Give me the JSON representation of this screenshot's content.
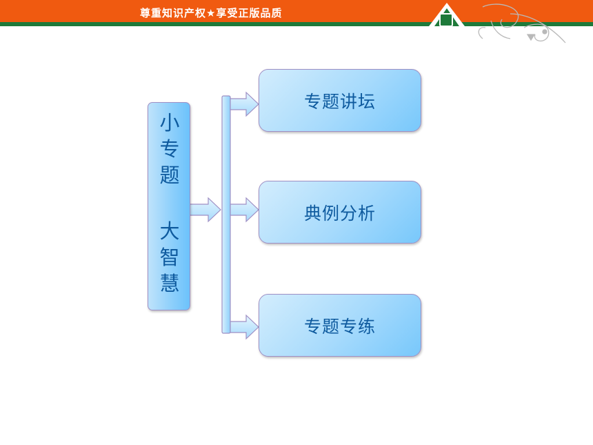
{
  "banner": {
    "slogan": "尊重知识产权★享受正版品质",
    "colors": {
      "orange": "#f05a10",
      "green": "#1e7a3a"
    }
  },
  "diagram": {
    "main_title_part1": [
      "小",
      "专",
      "题"
    ],
    "main_title_part2": [
      "大",
      "智",
      "慧"
    ],
    "nodes": [
      {
        "label": "专题讲坛"
      },
      {
        "label": "典例分析"
      },
      {
        "label": "专题专练"
      }
    ],
    "colors": {
      "box_fill": "#8fd0fb",
      "box_border": "#9e8fc4",
      "text": "#0e5a9e"
    }
  }
}
